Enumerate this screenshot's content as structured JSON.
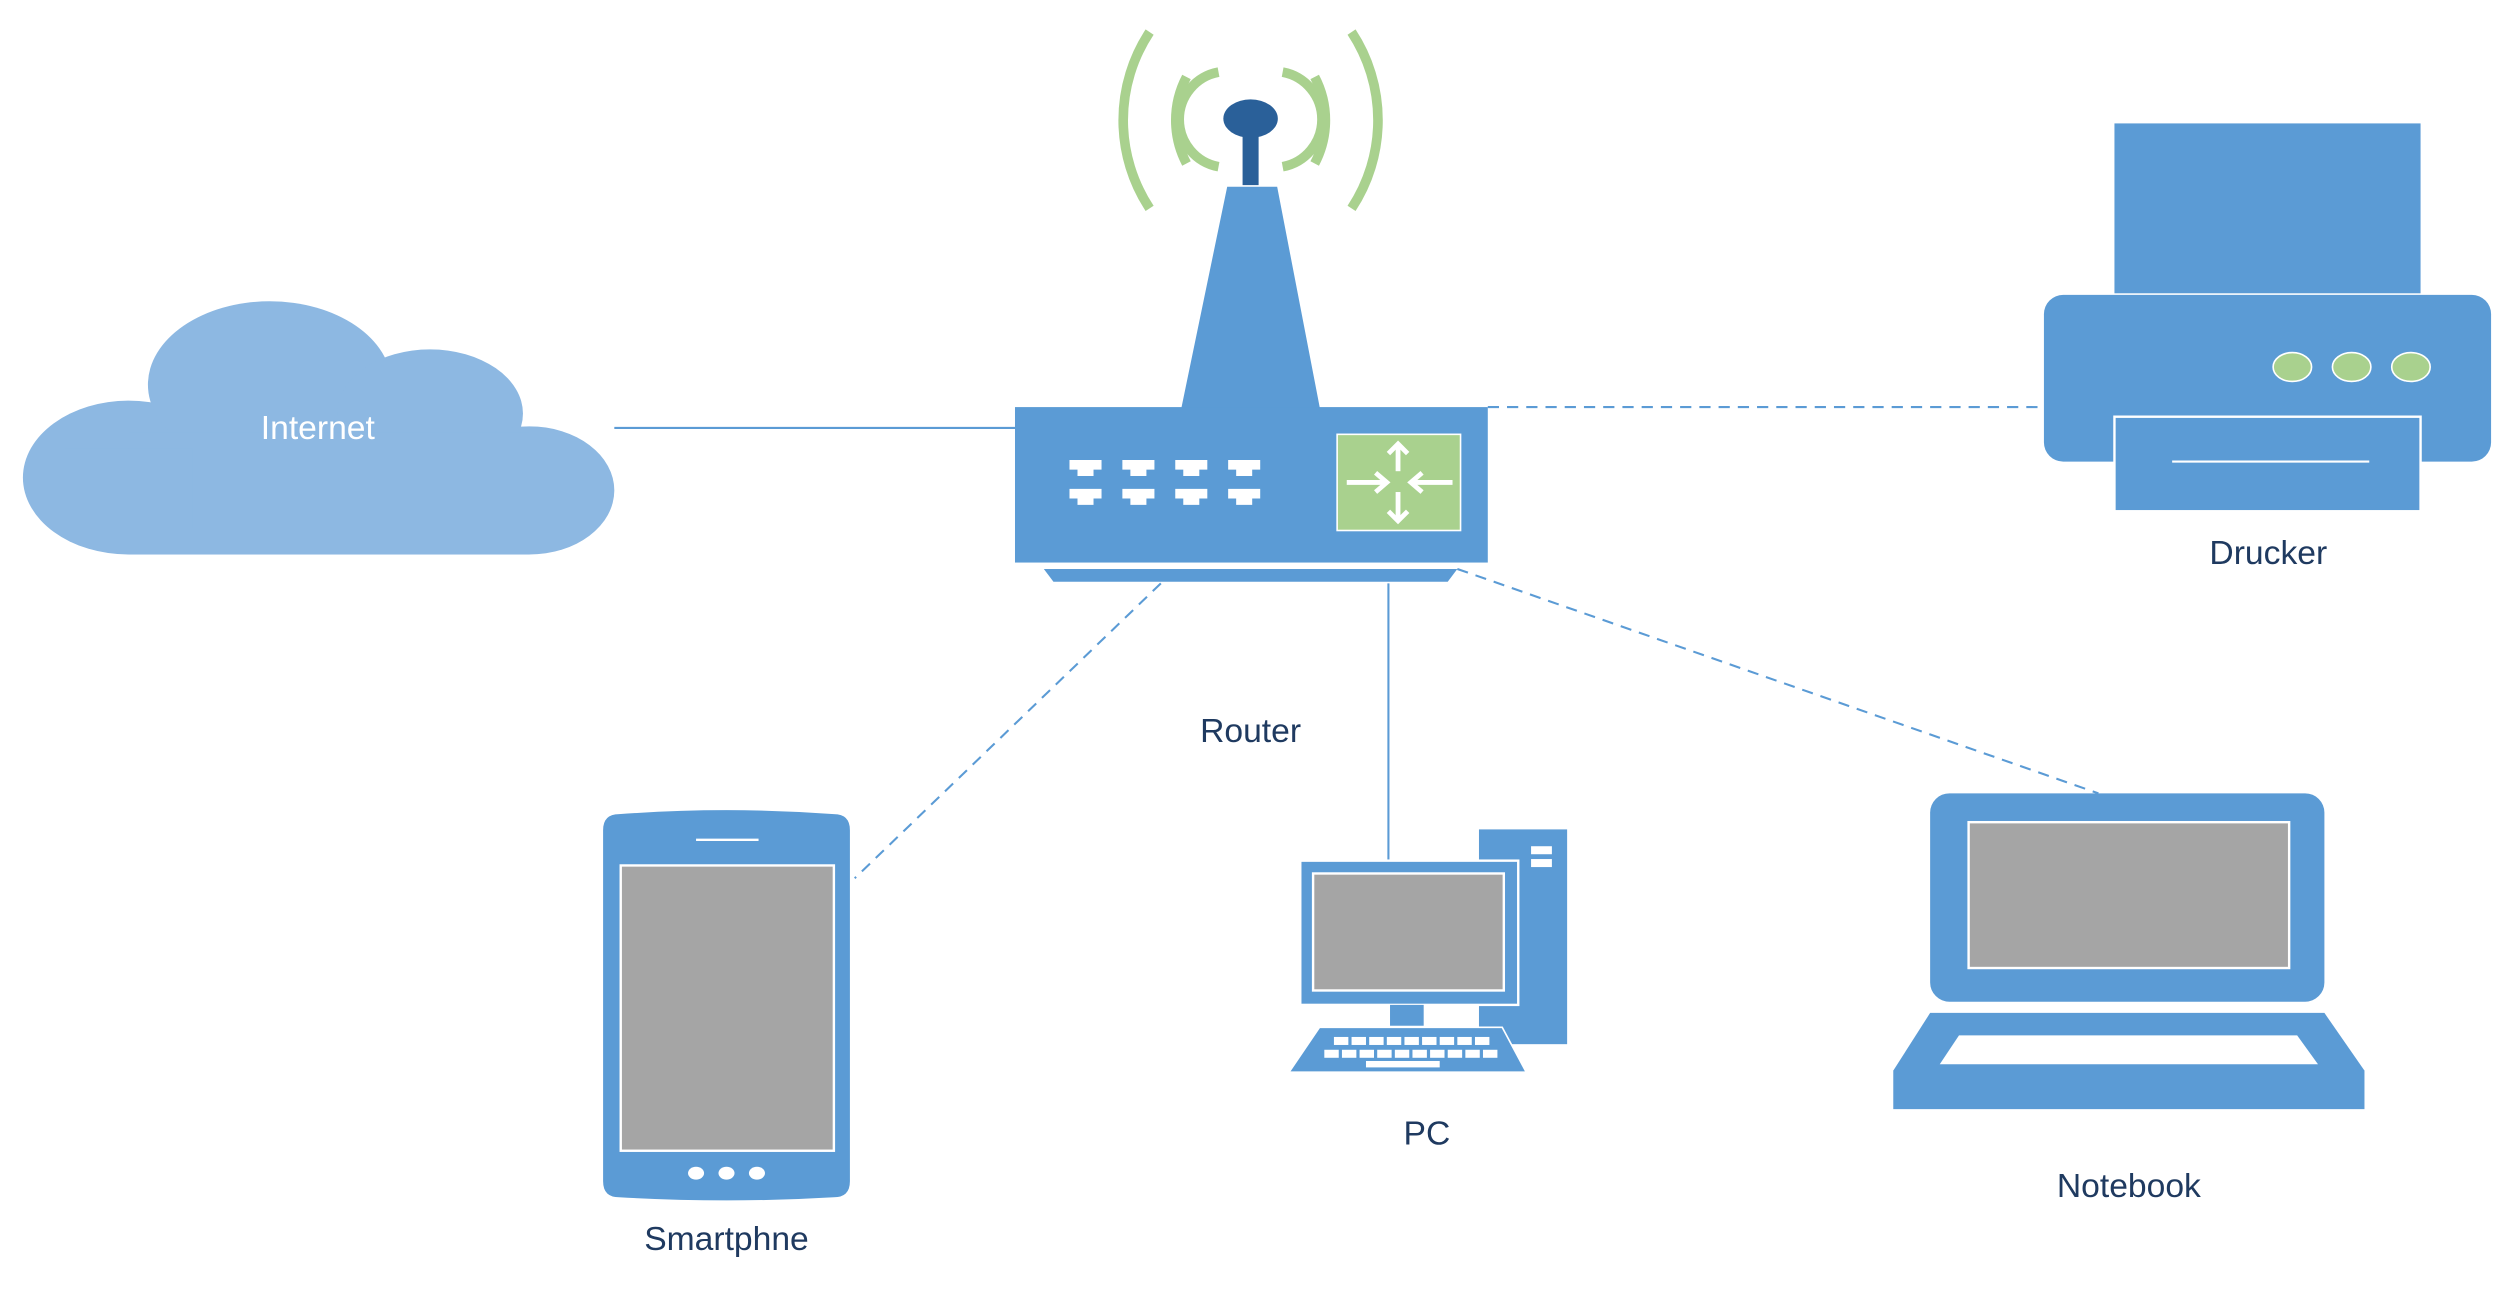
{
  "colors": {
    "device": "#5b9bd5",
    "antenna_tip": "#2a6099",
    "signal": "#a9d18e",
    "screen": "#a5a5a5",
    "cloud": "#8db8e2",
    "label": "#1f3a60"
  },
  "nodes": {
    "internet": {
      "label": "Internet",
      "icon": "cloud-icon"
    },
    "router": {
      "label": "Router",
      "icon": "wifi-router-icon"
    },
    "printer": {
      "label": "Drucker",
      "icon": "printer-icon"
    },
    "smartphone": {
      "label": "Smartphne",
      "icon": "smartphone-icon"
    },
    "pc": {
      "label": "PC",
      "icon": "desktop-pc-icon"
    },
    "notebook": {
      "label": "Notebook",
      "icon": "laptop-icon"
    }
  },
  "connections": [
    {
      "from": "internet",
      "to": "router",
      "style": "solid"
    },
    {
      "from": "router",
      "to": "printer",
      "style": "dashed"
    },
    {
      "from": "router",
      "to": "smartphone",
      "style": "dashed"
    },
    {
      "from": "router",
      "to": "pc",
      "style": "solid"
    },
    {
      "from": "router",
      "to": "notebook",
      "style": "dashed"
    }
  ]
}
